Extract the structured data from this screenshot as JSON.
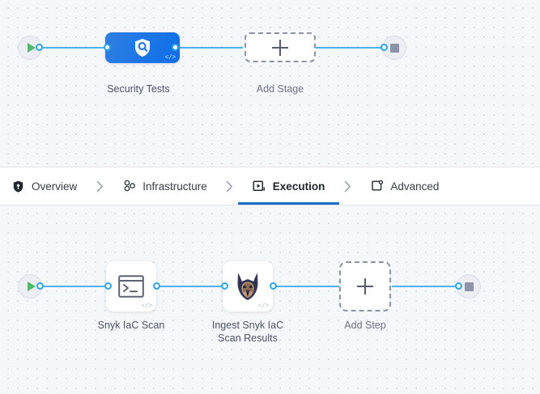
{
  "stage_flow": {
    "start_node": {
      "name": "pipeline-start",
      "icon": "play-icon"
    },
    "end_node": {
      "name": "pipeline-end",
      "icon": "stop-icon"
    },
    "nodes": [
      {
        "label": "Security Tests",
        "icon": "shield-search-icon",
        "badge": "</>"
      }
    ],
    "add_placeholder": {
      "label": "Add Stage",
      "icon": "plus-icon"
    }
  },
  "tabs": [
    {
      "id": "overview",
      "label": "Overview",
      "icon": "shield-icon",
      "active": false
    },
    {
      "id": "infrastructure",
      "label": "Infrastructure",
      "icon": "nodes-graph-icon",
      "active": false
    },
    {
      "id": "execution",
      "label": "Execution",
      "icon": "play-square-icon",
      "active": true
    },
    {
      "id": "advanced",
      "label": "Advanced",
      "icon": "settings-card-icon",
      "active": false
    }
  ],
  "tab_separator": "›",
  "step_flow": {
    "start_node": {
      "name": "execution-start",
      "icon": "play-icon"
    },
    "end_node": {
      "name": "execution-end",
      "icon": "stop-icon"
    },
    "steps": [
      {
        "label": "Snyk IaC Scan",
        "icon": "terminal-icon",
        "badge": "</>"
      },
      {
        "label": "Ingest Snyk IaC\nScan Results",
        "icon": "doberman-logo-icon",
        "badge": "</>"
      }
    ],
    "add_placeholder": {
      "label": "Add Step",
      "icon": "plus-icon"
    }
  },
  "colors": {
    "canvas_bg": "#f5f8fa",
    "wire": "#4fb3ef",
    "port_stroke": "#2ba6e8",
    "stage_node": "#1f77e5",
    "active_tab_underline": "#1b6cc4",
    "play_green": "#4dbb6a",
    "stop_gray": "#8d93a8"
  }
}
